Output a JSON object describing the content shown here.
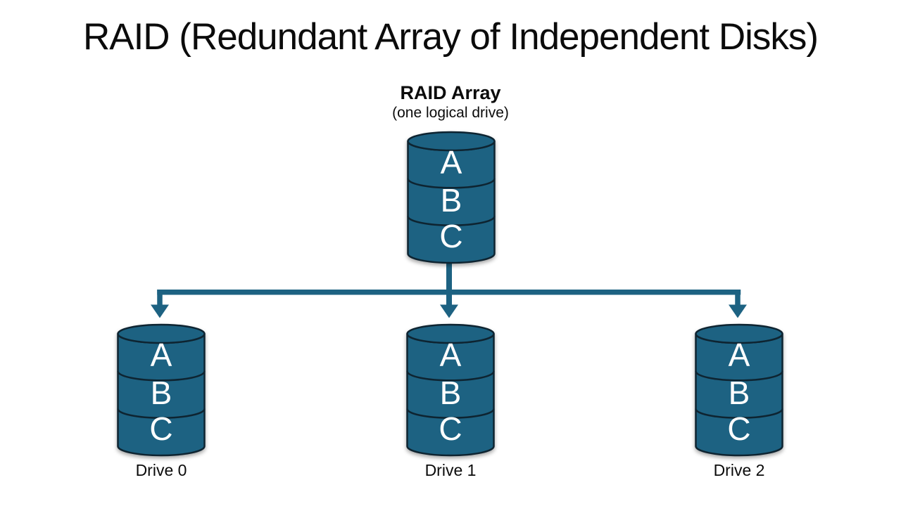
{
  "title": "RAID (Redundant Array of Independent Disks)",
  "raid_array": {
    "label": "RAID Array",
    "sublabel": "(one logical drive)",
    "blocks": [
      "A",
      "B",
      "C"
    ]
  },
  "drives": [
    {
      "label": "Drive 0",
      "blocks": [
        "A",
        "B",
        "C"
      ]
    },
    {
      "label": "Drive 1",
      "blocks": [
        "A",
        "B",
        "C"
      ]
    },
    {
      "label": "Drive 2",
      "blocks": [
        "A",
        "B",
        "C"
      ]
    }
  ],
  "colors": {
    "cylinder_fill": "#1d6282",
    "outline": "#0e2431",
    "connector": "#1d6282",
    "block_text": "#ffffff",
    "title_text": "#0b0b0b",
    "background": "#ffffff"
  }
}
